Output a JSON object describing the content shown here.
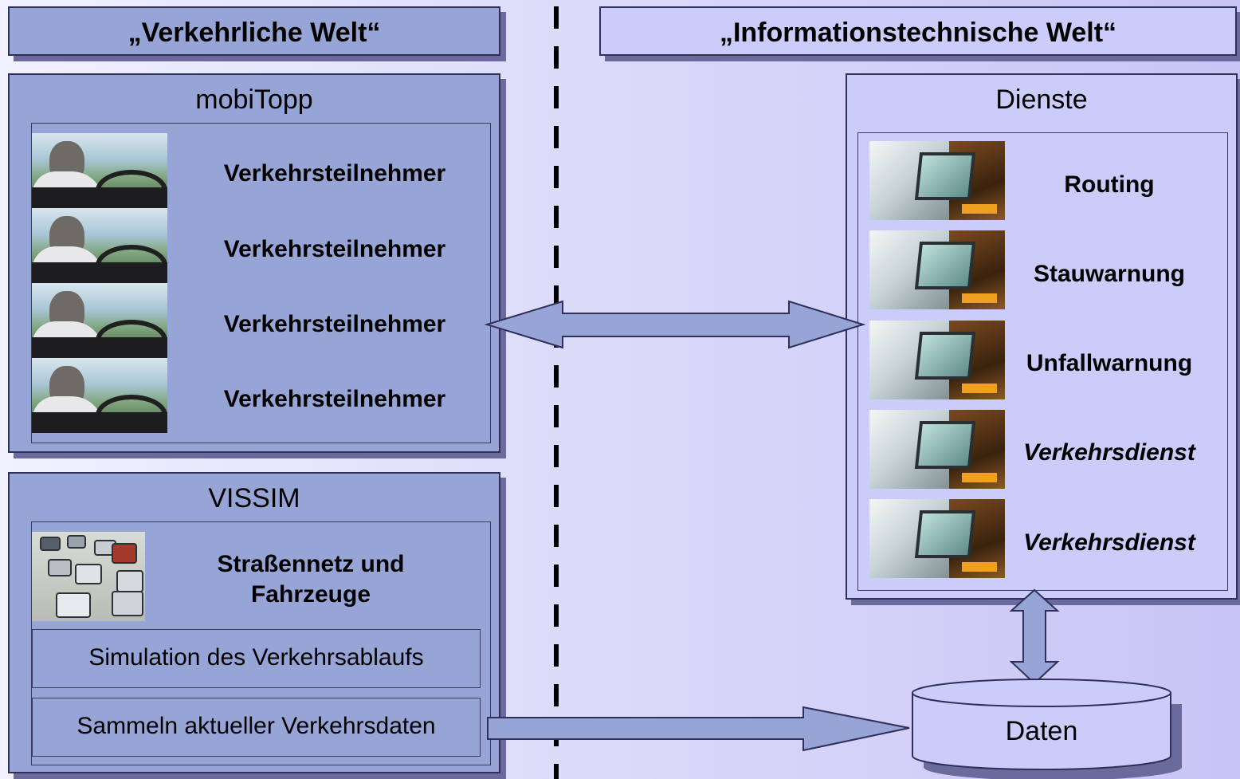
{
  "left_world": {
    "title": "„Verkehrliche Welt“"
  },
  "right_world": {
    "title": "„Informationstechnische Welt“"
  },
  "mobitopp": {
    "title": "mobiTopp",
    "items": [
      {
        "label": "Verkehrsteilnehmer"
      },
      {
        "label": "Verkehrsteilnehmer"
      },
      {
        "label": "Verkehrsteilnehmer"
      },
      {
        "label": "Verkehrsteilnehmer"
      }
    ]
  },
  "vissim": {
    "title": "VISSIM",
    "network_label": "Straßennetz und Fahrzeuge",
    "rows": [
      {
        "label": "Simulation des Verkehrsablaufs"
      },
      {
        "label": "Sammeln aktueller Verkehrsdaten"
      }
    ]
  },
  "dienste": {
    "title": "Dienste",
    "items": [
      {
        "label": "Routing",
        "italic": false
      },
      {
        "label": "Stauwarnung",
        "italic": false
      },
      {
        "label": "Unfallwarnung",
        "italic": false
      },
      {
        "label": "Verkehrsdienst",
        "italic": true
      },
      {
        "label": "Verkehrsdienst",
        "italic": true
      }
    ]
  },
  "daten": {
    "label": "Daten"
  },
  "colors": {
    "left_panels": "#97a5d6",
    "right_panels": "#ccccfa",
    "arrow_fill": "#97a5d6",
    "border": "#2f2f5a",
    "shadow": "#6a6a9c"
  }
}
